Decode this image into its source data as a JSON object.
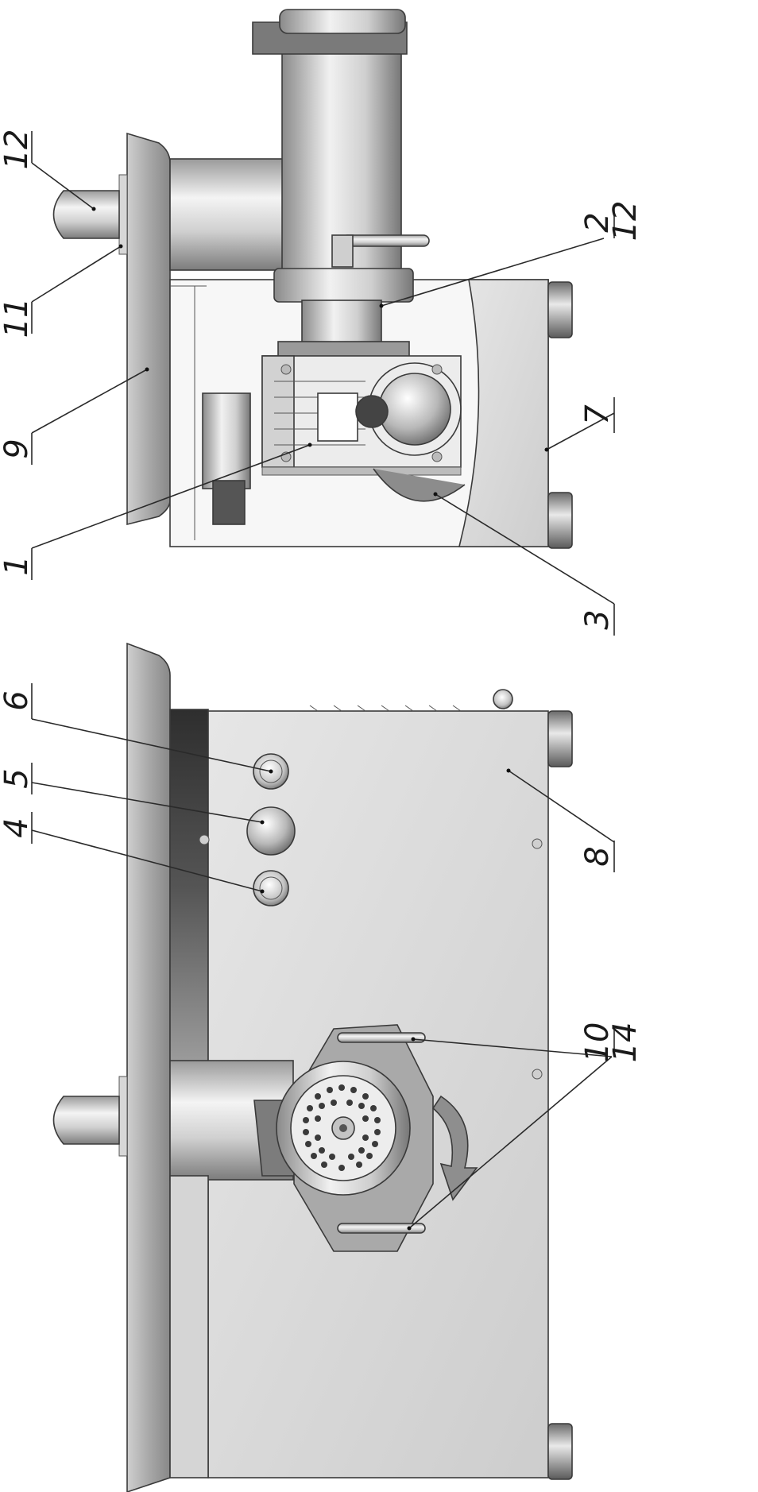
{
  "callouts": [
    {
      "id": "1",
      "label": "1"
    },
    {
      "id": "2",
      "label": "2"
    },
    {
      "id": "3",
      "label": "3"
    },
    {
      "id": "4",
      "label": "4"
    },
    {
      "id": "5",
      "label": "5"
    },
    {
      "id": "6",
      "label": "6"
    },
    {
      "id": "7",
      "label": "7"
    },
    {
      "id": "8",
      "label": "8"
    },
    {
      "id": "9",
      "label": "9"
    },
    {
      "id": "10",
      "label": "10"
    },
    {
      "id": "11",
      "label": "11"
    },
    {
      "id": "12a",
      "label": "12"
    },
    {
      "id": "12b",
      "label": "12"
    },
    {
      "id": "14",
      "label": "14"
    }
  ],
  "colors": {
    "background": "#ffffff",
    "steel_light": "#e8e8e8",
    "steel_mid": "#b9b9b9",
    "steel_dark": "#6e6e6e",
    "panel": "#d9d9d9",
    "black": "#1a1a1a"
  }
}
